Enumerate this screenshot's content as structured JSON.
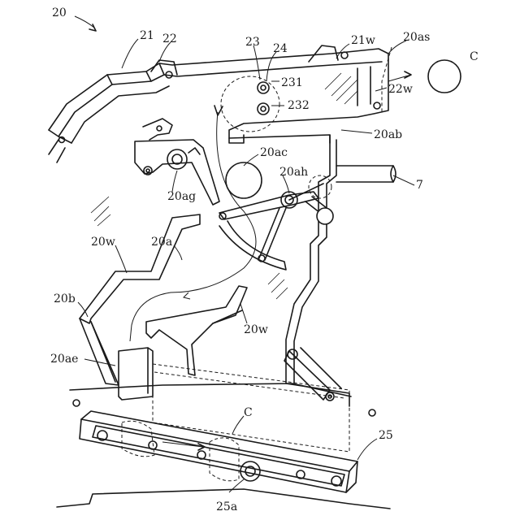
{
  "labels": {
    "assembly": "20",
    "part_21": "21",
    "part_22": "22",
    "part_23": "23",
    "part_24": "24",
    "part_21w": "21w",
    "part_20as": "20as",
    "card_right": "C",
    "part_231": "231",
    "part_232": "232",
    "part_22w": "22w",
    "part_20ab": "20ab",
    "part_20ac": "20ac",
    "part_20ah": "20ah",
    "part_7": "7",
    "part_20ag": "20ag",
    "part_20w_left": "20w",
    "part_20a": "20a",
    "part_20b": "20b",
    "part_20w_right": "20w",
    "part_20ae": "20ae",
    "card_bottom": "C",
    "part_25": "25",
    "part_25a": "25a"
  }
}
